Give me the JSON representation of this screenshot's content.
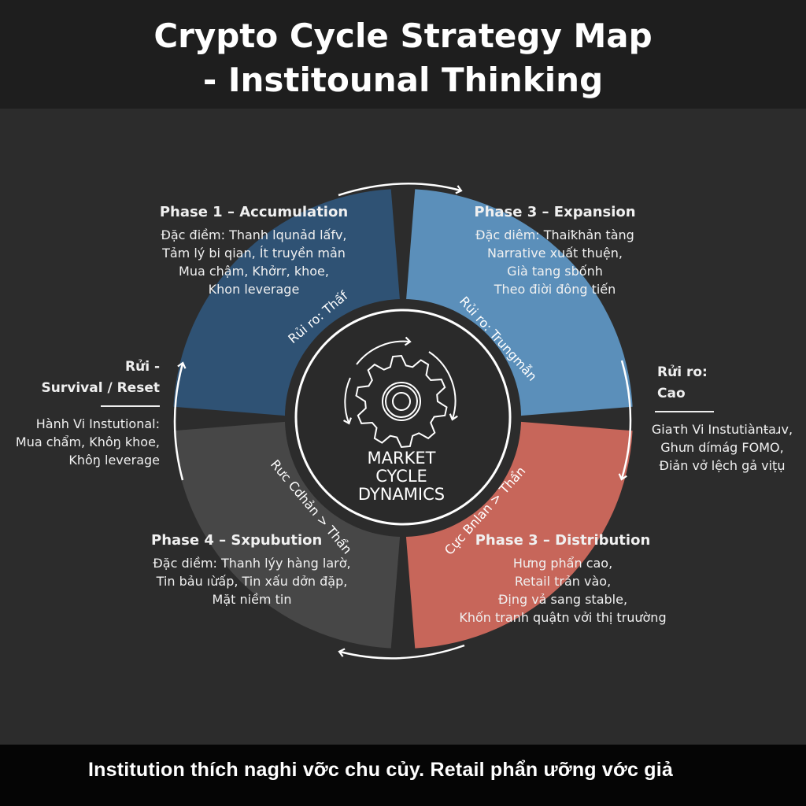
{
  "title": {
    "line1": "Crypto Cycle Strategy Map",
    "line2": "- Institounal Thinking"
  },
  "center": {
    "icon": "gear-icon",
    "line1": "MARKET",
    "line2": "CYCLE",
    "line3": "DYNAMICS"
  },
  "phases": [
    {
      "title": "Phase 1 – Accumulation",
      "lines": [
        "Đặc điềm: Thanh lqunảd lấfv,",
        "Tảm lý bi qian, Ít truyền mản",
        "Mua chậm, Khởrr, khoe,",
        "Khon leverage"
      ],
      "risk": "Rủi ro: Thấf",
      "color": "#2f5274"
    },
    {
      "title": "Phase 3 – Expansion",
      "lines": [
        "Đặc diêm: Thaiꝁhản tàng",
        "Narrative xuất thuện,",
        "Già tang sbốnh",
        "Theo điời đông tiến"
      ],
      "risk": "Rủi ro: Trungmẫn",
      "color": "#5b8fba"
    },
    {
      "title": "Phase 3 – Distribution",
      "lines": [
        "Hưng phẩn cao,",
        "Retail trản vào,",
        "Địng vả sang stable,",
        "Khốn tranh quậtn vởi thị truường"
      ],
      "risk": "Cực Bnlan > Thẩn",
      "color": "#c7665a"
    },
    {
      "title": "Phase 4 – Sxpubution",
      "lines": [
        "Đặc diềm: Thanh lýy hàng larờ,",
        "Tin bảu ıừấp, Tin xấu dởn đặp,",
        "Mặt niềm tin"
      ],
      "risk": "Rưc Cdhản > Thẩn",
      "color": "#474747"
    }
  ],
  "left_note": {
    "title1": "Rửi -",
    "title2": "Survival / Reset",
    "lines": [
      "Hành Vi Instutional:",
      "Mua chẩm, Khôŋ khoe,",
      "Khôŋ leverage"
    ]
  },
  "right_note": {
    "title1": "Rửi ro:",
    "title2": "Cao",
    "lines": [
      "Giaτh Vi Instutiànŧaɹv,",
      "Ghưn dímág FOMO,",
      "Điản vở lệch gả viṭụ"
    ]
  },
  "footer": {
    "text": "Institution thích naghi vỡc chu củy. Retail phẩn ưỡng vớc giả",
    "icon": "sparkle-icon"
  }
}
